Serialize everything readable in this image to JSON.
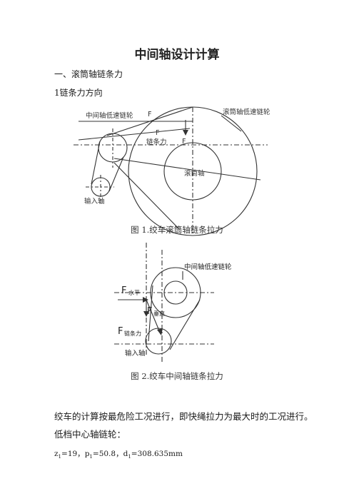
{
  "document": {
    "title": "中间轴设计计算",
    "section_heading": "一、滚筒轴链条力",
    "subsection_heading": "1链条力方向"
  },
  "figure1": {
    "label_intermediate_sprocket": "中间轴低速链轮",
    "label_drum_sprocket": "滚筒轴低速链轮",
    "label_F_top": "F",
    "label_F_mid": "F",
    "label_chain_force": "链条力",
    "label_F_right": "F",
    "label_drum_shaft": "滚筒轴",
    "label_input_shaft": "输入轴",
    "caption": "图 1.绞车滚筒轴链条拉力"
  },
  "figure2": {
    "label_sprocket": "中间轴低速链轮",
    "label_F_horizontal_main": "F",
    "label_F_horizontal_sub": "水平",
    "label_F_vertical_main": "F",
    "label_F_vertical_sub": "垂直",
    "label_F_chain_main": "F",
    "label_F_chain_sub": "链条力",
    "label_input_shaft": "输入轴",
    "caption": "图 2.绞车中间轴链条拉力"
  },
  "body": {
    "paragraph": "绞车的计算按最危险工况进行，即快绳拉力为最大时的工况进行。",
    "subheading": "低档中心轴链轮：",
    "formula": {
      "z_sym": "z",
      "z_sub": "1",
      "z_val": "=19，",
      "p_sym": "p",
      "p_sub": "1",
      "p_val": "=50.8，",
      "d_sym": "d",
      "d_sub": "1",
      "d_val": "=308.635mm"
    }
  }
}
